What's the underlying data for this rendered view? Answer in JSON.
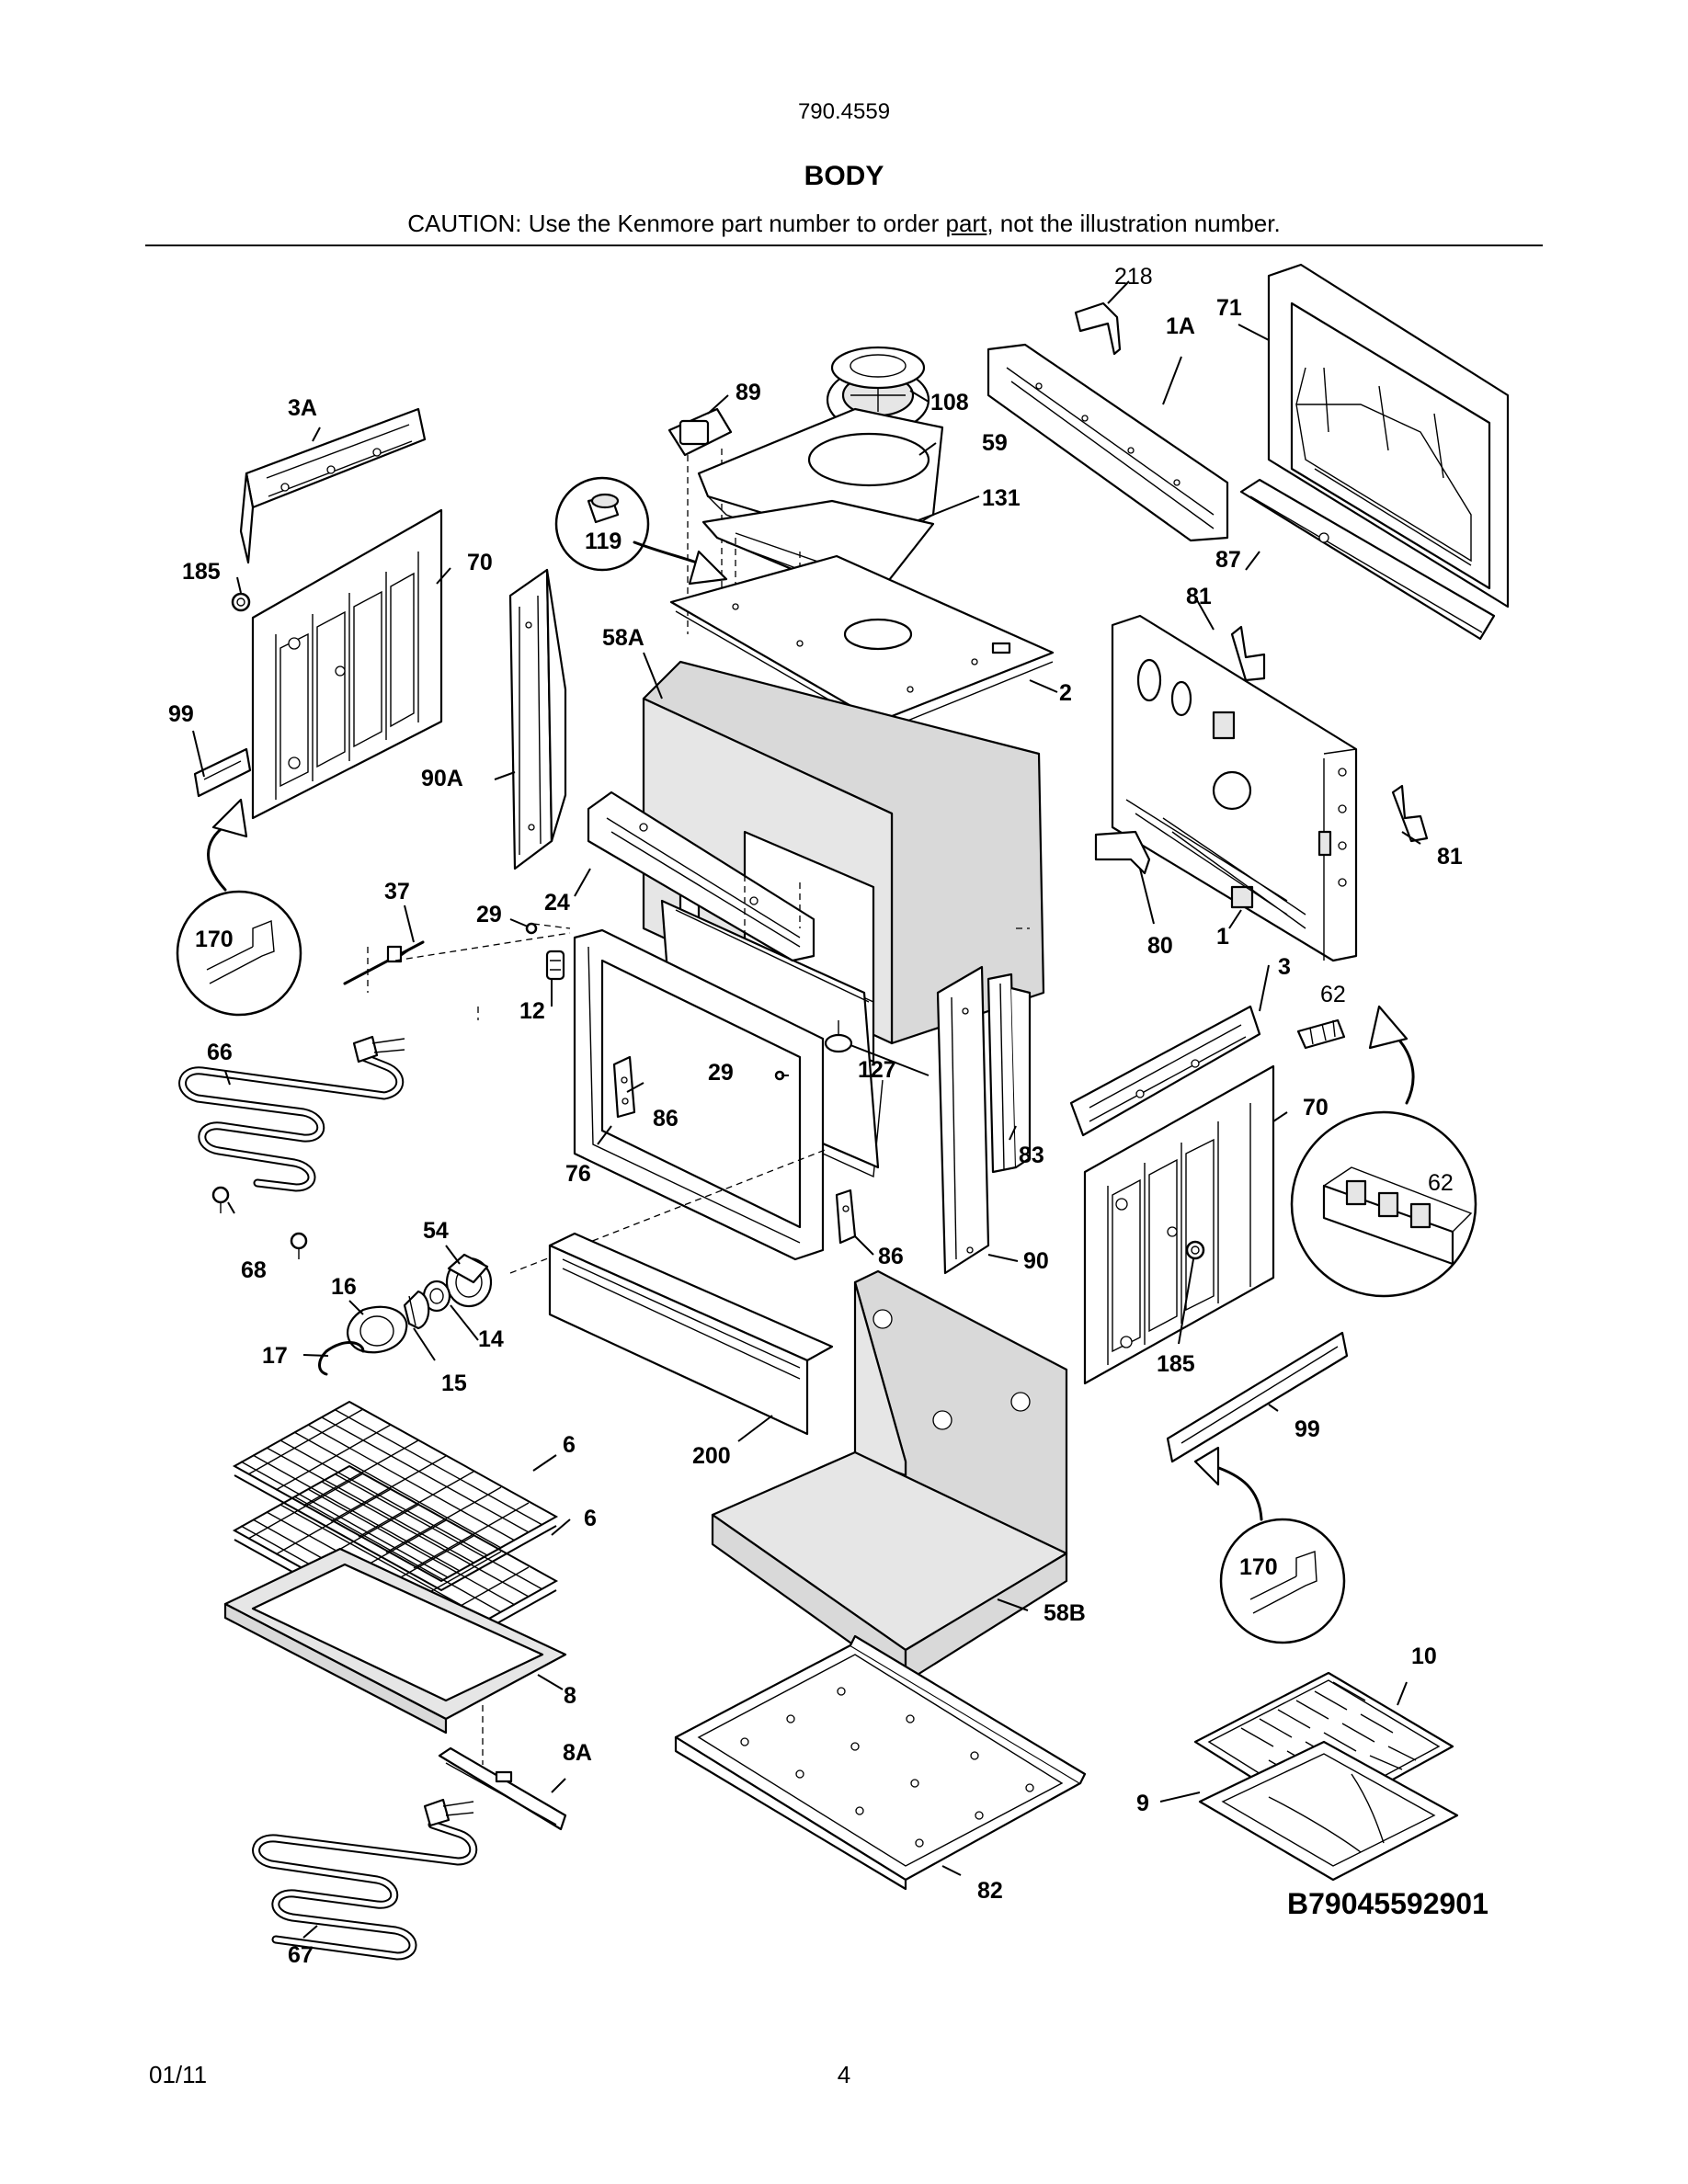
{
  "header": {
    "model": "790.4559",
    "title": "BODY",
    "caution_prefix": "CAUTION: Use the Kenmore part number to order ",
    "caution_underlined": "part",
    "caution_suffix": ", not the illustration number."
  },
  "callouts": {
    "c218": "218",
    "c71": "71",
    "c1A": "1A",
    "c89": "89",
    "c108": "108",
    "c3A": "3A",
    "c59": "59",
    "c131": "131",
    "c119": "119",
    "c185a": "185",
    "c70a": "70",
    "c87": "87",
    "c81a": "81",
    "c58A": "58A",
    "c2": "2",
    "c99a": "99",
    "c90A": "90A",
    "c81b": "81",
    "c37": "37",
    "c24": "24",
    "c29a": "29",
    "c170a": "170",
    "c80": "80",
    "c1": "1",
    "c3": "3",
    "c62a": "62",
    "c12": "12",
    "c66": "66",
    "c29b": "29",
    "c127": "127",
    "c86a": "86",
    "c70b": "70",
    "c83": "83",
    "c76": "76",
    "c62b": "62",
    "c54": "54",
    "c68": "68",
    "c86b": "86",
    "c90": "90",
    "c16": "16",
    "c14": "14",
    "c17": "17",
    "c15": "15",
    "c185b": "185",
    "c99b": "99",
    "c6a": "6",
    "c200": "200",
    "c6b": "6",
    "c170b": "170",
    "c58B": "58B",
    "c10": "10",
    "c8": "8",
    "c8A": "8A",
    "c9": "9",
    "c82": "82",
    "c67": "67"
  },
  "diagram_code": "B79045592901",
  "footer": {
    "date": "01/11",
    "page": "4"
  }
}
